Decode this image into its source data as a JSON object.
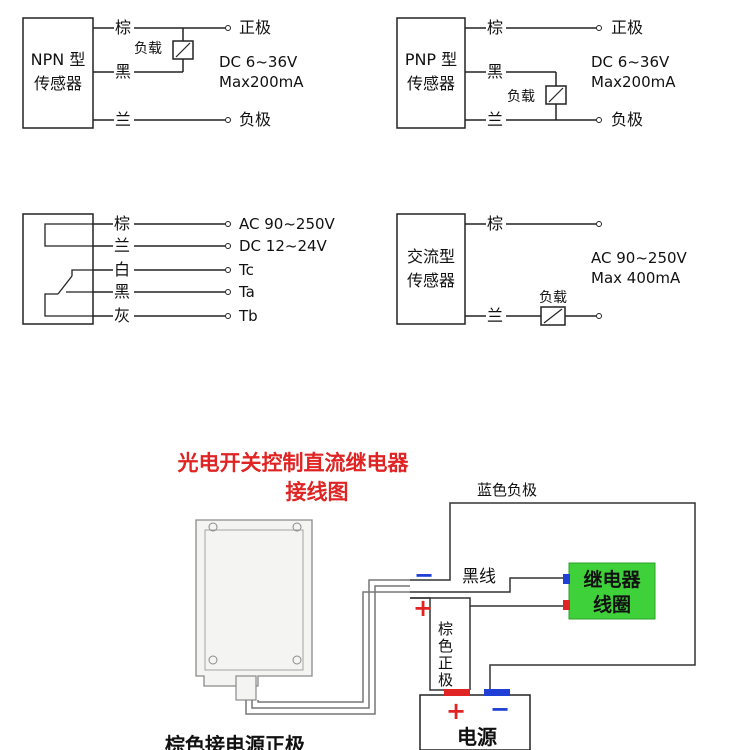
{
  "npn": {
    "title": "NPN 型传感器",
    "wire_brown": "棕",
    "wire_black": "黑",
    "wire_blue": "兰",
    "positive": "正极",
    "negative": "负极",
    "load": "负载",
    "spec_dc": "DC   6~36V",
    "spec_max": "Max200mA"
  },
  "pnp": {
    "title": "PNP 型传感器",
    "wire_brown": "棕",
    "wire_black": "黑",
    "wire_blue": "兰",
    "positive": "正极",
    "negative": "负极",
    "load": "负载",
    "spec_dc": "DC   6~36V",
    "spec_max": "Max200mA"
  },
  "relay_sensor": {
    "wires": [
      {
        "color": "棕",
        "terminal": "AC 90~250V"
      },
      {
        "color": "兰",
        "terminal": "DC 12~24V"
      },
      {
        "color": "白",
        "terminal": "Tc"
      },
      {
        "color": "黑",
        "terminal": "Ta"
      },
      {
        "color": "灰",
        "terminal": "Tb"
      }
    ]
  },
  "ac": {
    "title": "交流型传感器",
    "wire_brown": "棕",
    "wire_blue": "兰",
    "load": "负载",
    "spec_ac": "AC 90~250V",
    "spec_max": "Max 400mA"
  },
  "bottom": {
    "title_line1": "光电开关控制直流继电器",
    "title_line2": "接线图",
    "blue_negative": "蓝色负极",
    "black_wire": "黑线",
    "brown_positive": "棕色正极",
    "relay_coil_line1": "继电器",
    "relay_coil_line2": "线圈",
    "power": "电源",
    "plus": "+",
    "minus": "−",
    "caption": "棕色接电源正极"
  },
  "colors": {
    "title_red": "#e02424",
    "relay_green": "#3fd13a",
    "terminal_red": "#e02424",
    "terminal_blue": "#1f3fd6",
    "line": "#222222"
  }
}
